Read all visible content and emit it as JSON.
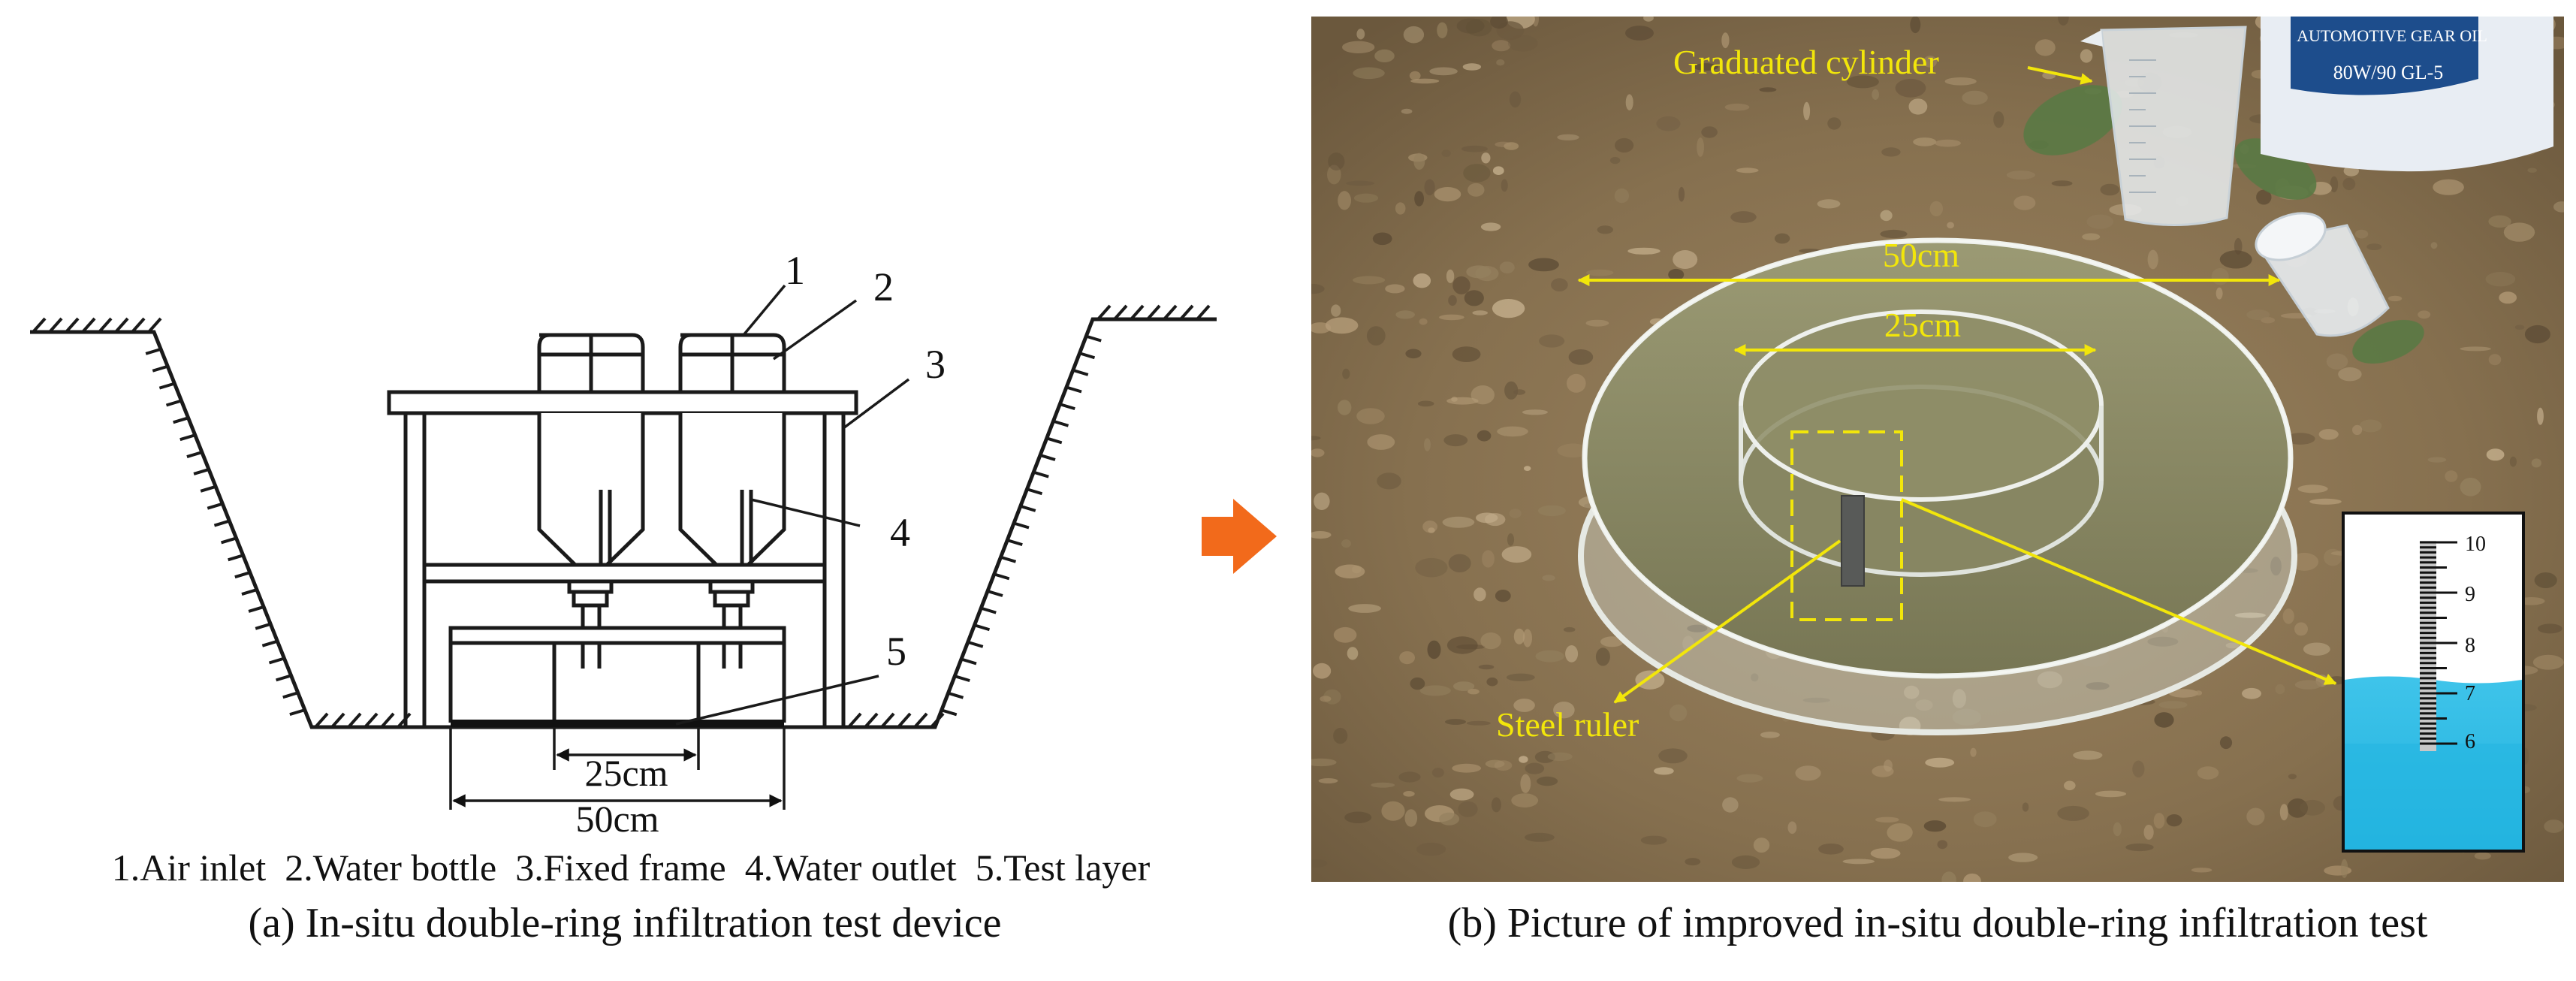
{
  "left_panel": {
    "callouts": [
      "1",
      "2",
      "3",
      "4",
      "5"
    ],
    "dim_inner": "25cm",
    "dim_outer": "50cm",
    "legend": "1.Air inlet  2.Water bottle  3.Fixed frame  4.Water outlet  5.Test layer",
    "caption": "(a) In-situ double-ring infiltration test device"
  },
  "right_panel": {
    "label_cylinder": "Graduated cylinder",
    "label_outer": "50cm",
    "label_inner": "25cm",
    "label_ruler": "Steel ruler",
    "bucket_text": "AUTOMOTIVE GEAR OIL",
    "bucket_brand": "80W/90 GL-5",
    "ruler_ticks": [
      "10",
      "9",
      "8",
      "7",
      "6"
    ],
    "caption": "(b) Picture of improved in-situ double-ring infiltration test"
  },
  "colors": {
    "line": "#1a1a1a",
    "annotation": "#f2e60a",
    "arrow": "#f26a1b",
    "water": "#33bde6",
    "soil": "#8c7350",
    "ring_water": "#8c8a63"
  }
}
